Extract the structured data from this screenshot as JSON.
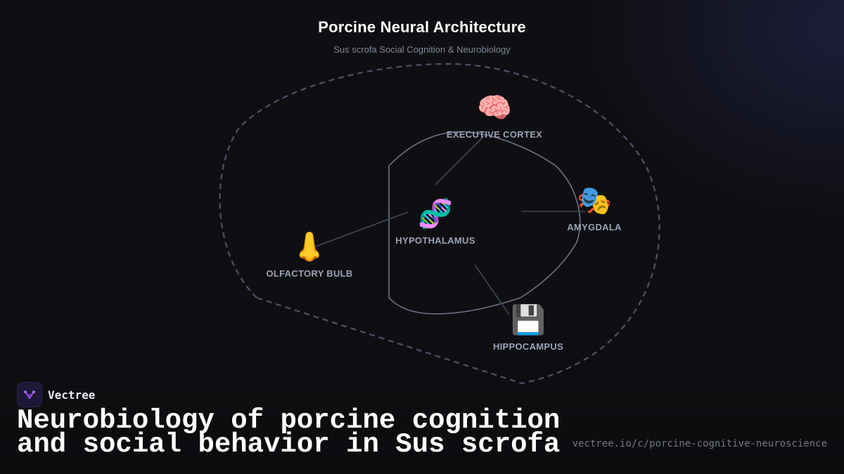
{
  "header": {
    "title": "Porcine Neural Architecture",
    "subtitle": "Sus scrofa Social Cognition & Neurobiology"
  },
  "nodes": {
    "executive_cortex": {
      "label": "EXECUTIVE CORTEX",
      "icon": "brain-icon",
      "glyph": "🧠"
    },
    "hypothalamus": {
      "label": "HYPOTHALAMUS",
      "icon": "dna-icon",
      "glyph": "🧬"
    },
    "amygdala": {
      "label": "AMYGDALA",
      "icon": "theater-masks-icon",
      "glyph": "🎭"
    },
    "olfactory_bulb": {
      "label": "OLFACTORY BULB",
      "icon": "nose-icon",
      "glyph": "👃"
    },
    "hippocampus": {
      "label": "HIPPOCAMPUS",
      "icon": "floppy-disk-icon",
      "glyph": "💾"
    }
  },
  "footer": {
    "brand_name": "Vectree",
    "headline_line1": "Neurobiology of porcine cognition",
    "headline_line2": "and social behavior in Sus scrofa",
    "url": "vectree.io/c/porcine-cognitive-neuroscience"
  },
  "colors": {
    "background": "#0f0f13",
    "outline": "#4a5468",
    "inner_outline": "#6c7488",
    "connector": "#3f4758",
    "label": "#9aa2b4",
    "accent": "#a855f7"
  }
}
